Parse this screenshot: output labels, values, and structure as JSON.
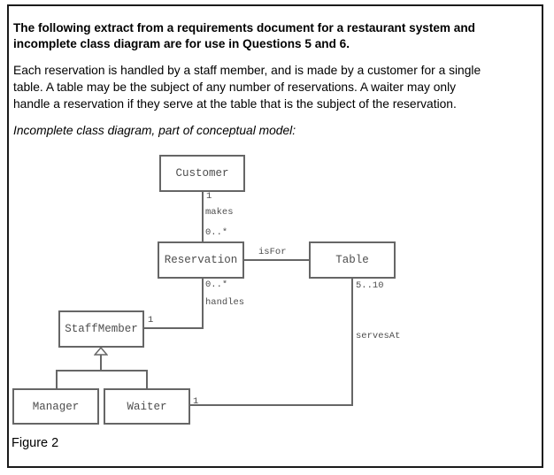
{
  "page": {
    "heading": [
      "The following extract from a requirements document for a restaurant system and",
      "incomplete class diagram are for use in Questions 5 and 6."
    ],
    "paragraph": [
      "Each reservation is handled by a staff member, and is made by a customer for a single",
      "table. A table may be the subject of any number of reservations. A waiter may only",
      "handle a reservation if they serve at the table that is the subject of the reservation."
    ],
    "caption": "Incomplete class diagram, part of conceptual model:",
    "figure_label": "Figure 2"
  },
  "diagram": {
    "classes": {
      "customer": "Customer",
      "reservation": "Reservation",
      "table": "Table",
      "staff_member": "StaffMember",
      "manager": "Manager",
      "waiter": "Waiter"
    },
    "associations": {
      "makes": {
        "name": "makes",
        "customer_end": "1",
        "reservation_end": "0..*"
      },
      "is_for": {
        "name": "isFor"
      },
      "handles": {
        "name": "handles",
        "staff_end": "1",
        "reservation_end": "0..*"
      },
      "serves_at": {
        "name": "servesAt",
        "waiter_end": "1",
        "table_end": "5..10"
      }
    },
    "generalization": {
      "parent": "StaffMember",
      "children": [
        "Manager",
        "Waiter"
      ]
    }
  },
  "colors": {
    "frame_border": "#1a1a1a",
    "diagram_line": "#666666",
    "diagram_text": "#4d4d4d",
    "body_text": "#000000",
    "background": "#ffffff"
  }
}
